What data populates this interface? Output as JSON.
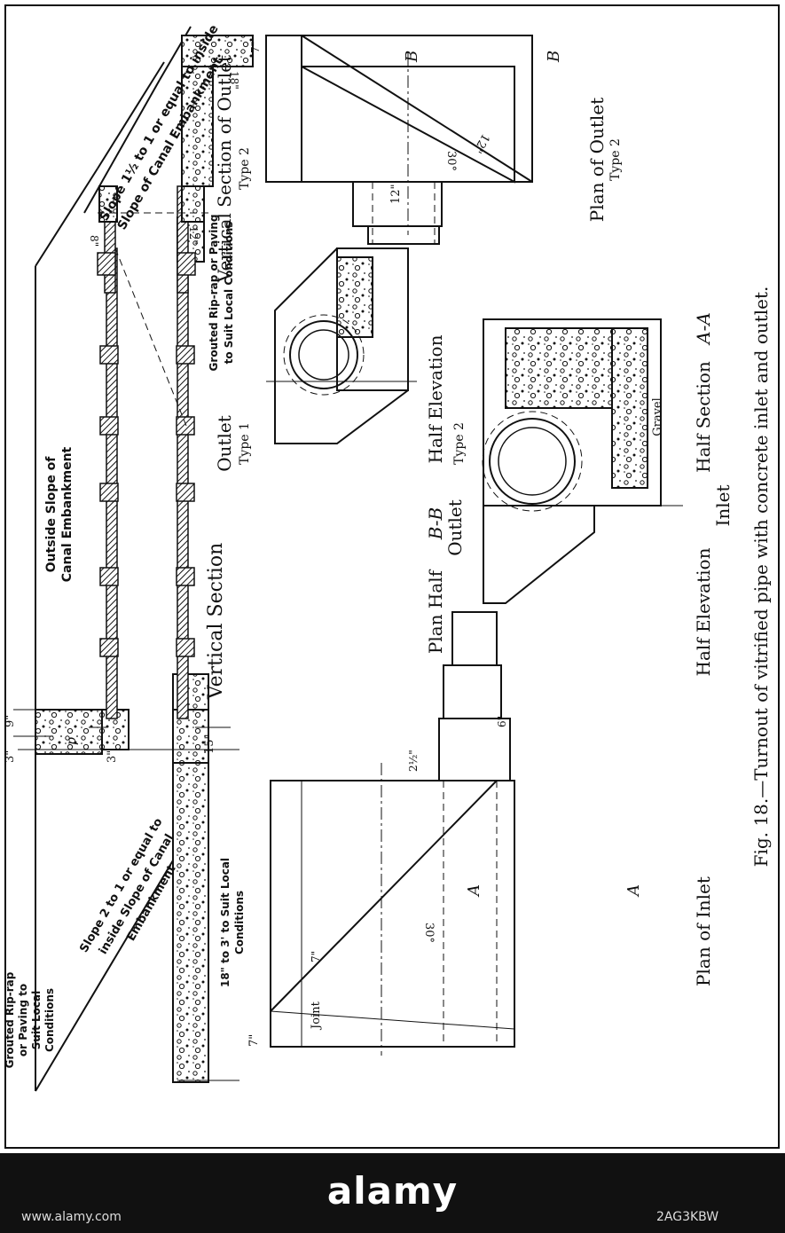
{
  "figure": {
    "caption": "Fig. 18.—Turnout of vitrified pipe with concrete inlet and outlet."
  },
  "vertical_section": {
    "title": "Vertical Section",
    "grouted_left": [
      "Grouted Rip-rap",
      "or Paving to",
      "Suit Local",
      "Conditions"
    ],
    "slope_inside": [
      "Slope 2 to 1 or equal to",
      "inside Slope of Canal",
      "Embankment"
    ],
    "thickness_note": [
      "18\" to 3' to Suit Local",
      "Conditions"
    ],
    "outside_slope": [
      "Outside Slope of",
      "Canal Embankment"
    ],
    "grouted_right": [
      "Grouted Rip-rap or Paving",
      "to Suit Local Conditions"
    ],
    "outlet_title": "Outlet",
    "outlet_type": "Type 1",
    "dim_p": "p",
    "dim_9": "9\"",
    "dim_3a": "3\"",
    "dim_3b": "3\"",
    "dim_15": "15\""
  },
  "vertical_section_outlet": {
    "title": "Vertical Section of Outlet",
    "type": "Type 2",
    "slope": [
      "Slope 1½ to 1 or equal to inside",
      "Slope of Canal Embankment"
    ],
    "dim_7": "7\"",
    "dim_18": "18\"",
    "dim_8": "8\"",
    "dim_12": "12\""
  },
  "plan_outlet": {
    "title": "Plan of Outlet",
    "type": "Type 2",
    "section_b": "B",
    "angle": "30°",
    "dim_12a": "12\"",
    "dim_12b": "12\""
  },
  "half_views": {
    "plan_half": "Plan Half",
    "section_bb": "B-B",
    "half_elevation": "Half Elevation",
    "outlet": "Outlet",
    "type2": "Type 2",
    "half_elevation_inlet": "Half Elevation",
    "half_section": "Half Section",
    "section_aa": "A-A",
    "inlet": "Inlet",
    "gravel": "Gravel"
  },
  "plan_inlet": {
    "title": "Plan of Inlet",
    "section_a": "A",
    "angle": "30°",
    "joint": "Joint",
    "dim_7": "7\"",
    "dim_6": "6\"",
    "dim_2half": "2½\"",
    "dim_t": "7\""
  },
  "watermark": {
    "brand": "alamy",
    "image_id": "2AG3KBW",
    "site": "www.alamy.com"
  }
}
